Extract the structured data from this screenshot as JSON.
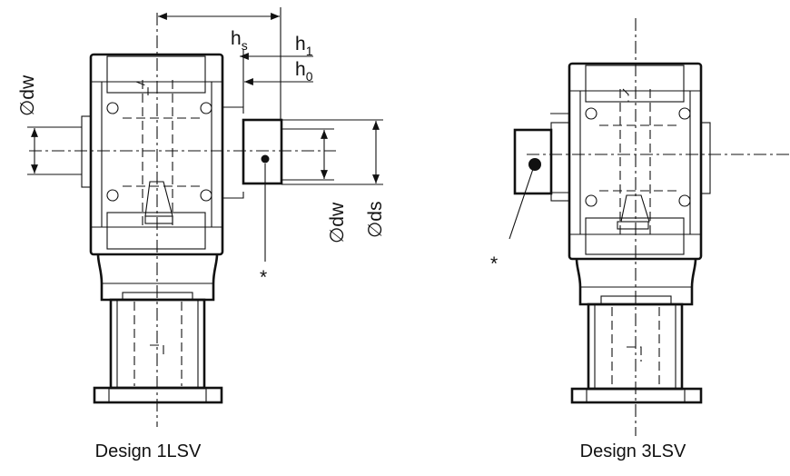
{
  "design_1": {
    "caption": "Design 1LSV",
    "dimensions": {
      "hs": {
        "main": "h",
        "sub": "s"
      },
      "h1": {
        "main": "h",
        "sub": "1"
      },
      "h0": {
        "main": "h",
        "sub": "0"
      },
      "dw_left": "∅dw",
      "dw_right": "∅dw",
      "ds": "∅ds"
    },
    "marker": "*"
  },
  "design_3": {
    "caption": "Design 3LSV",
    "marker": "*"
  }
}
